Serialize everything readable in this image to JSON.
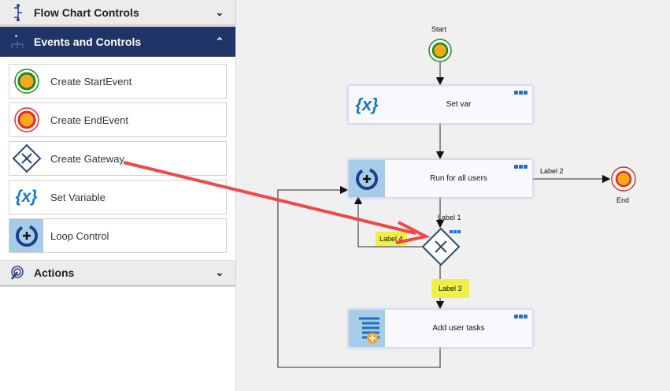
{
  "sidebar": {
    "sections": [
      {
        "title": "Flow Chart Controls",
        "icon": "flowchart-icon",
        "expanded": false
      },
      {
        "title": "Events and Controls",
        "icon": "hierarchy-icon",
        "expanded": true
      },
      {
        "title": "Actions",
        "icon": "actions-icon",
        "expanded": false
      }
    ],
    "items": [
      {
        "label": "Create StartEvent",
        "icon": "start-event-icon"
      },
      {
        "label": "Create EndEvent",
        "icon": "end-event-icon"
      },
      {
        "label": "Create Gateway",
        "icon": "gateway-icon"
      },
      {
        "label": "Set Variable",
        "icon": "variable-icon"
      },
      {
        "label": "Loop Control",
        "icon": "loop-icon"
      }
    ]
  },
  "canvas": {
    "start_label": "Start",
    "end_label": "End",
    "nodes": [
      {
        "label": "Set var",
        "icon": "variable-icon"
      },
      {
        "label": "Run for all users",
        "icon": "loop-icon"
      },
      {
        "label": "Add user tasks",
        "icon": "add-task-icon"
      }
    ],
    "edge_labels": {
      "l1": "Label 1",
      "l2": "Label 2",
      "l3": "Label 3",
      "l4": "Label 4"
    }
  },
  "colors": {
    "header_active": "#213467",
    "annotation_arrow": "#f04848",
    "highlight": "#eef04a",
    "node_menu": "#1e6fd0"
  }
}
